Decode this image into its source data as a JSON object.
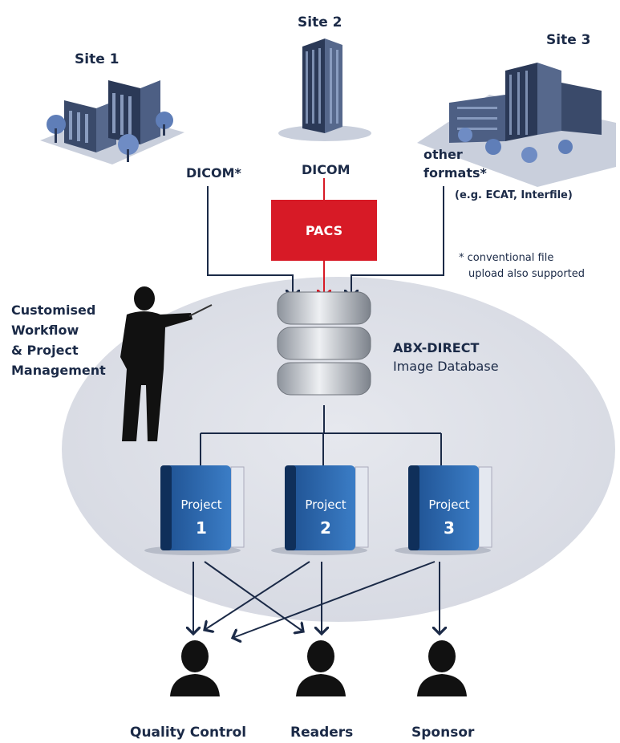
{
  "sites": [
    {
      "label": "Site 1",
      "icon": "office-buildings-icon"
    },
    {
      "label": "Site 2",
      "icon": "skyscraper-icon"
    },
    {
      "label": "Site 3",
      "icon": "office-campus-icon"
    }
  ],
  "formats": {
    "site1": "DICOM*",
    "site2": "DICOM",
    "site3_line1": "other",
    "site3_line2": "formats*",
    "site3_note": "(e.g. ECAT, Interfile)"
  },
  "pacs": "PACS",
  "footnote": {
    "line1": "* conventional file",
    "line2": "upload also supported"
  },
  "management": {
    "line1": "Customised",
    "line2": "Workflow",
    "line3": "& Project",
    "line4": "Management"
  },
  "database": {
    "title": "ABX-DIRECT",
    "subtitle": "Image Database"
  },
  "projects": [
    {
      "word": "Project",
      "number": "1"
    },
    {
      "word": "Project",
      "number": "2"
    },
    {
      "word": "Project",
      "number": "3"
    }
  ],
  "roles": [
    {
      "label": "Quality Control"
    },
    {
      "label": "Readers"
    },
    {
      "label": "Sponsor"
    }
  ],
  "colors": {
    "pacs_red": "#d71a26",
    "arrow_navy": "#1b2a47",
    "ellipse_gray": "#dfe2ea",
    "project_blue": "#2f6db3"
  }
}
